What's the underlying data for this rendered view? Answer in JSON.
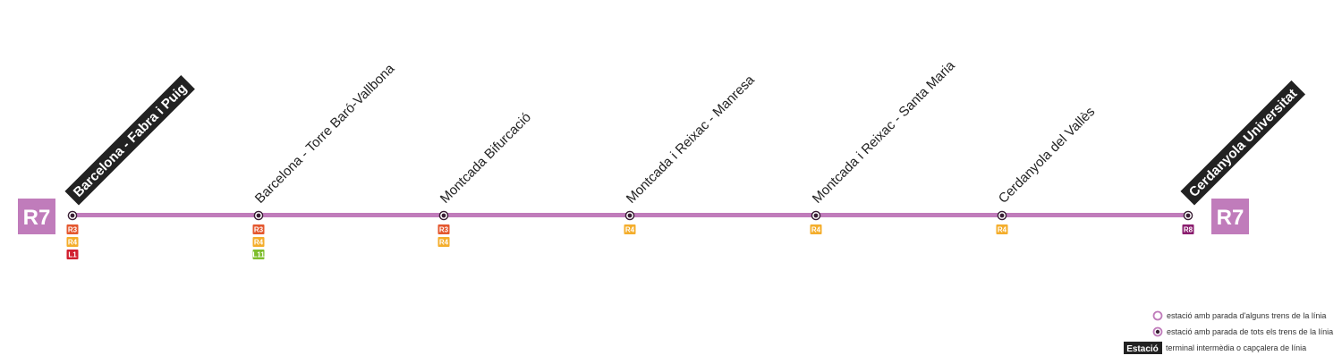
{
  "line": {
    "name": "R7",
    "color": "#c07cbb"
  },
  "stations": [
    {
      "name": "Barcelona - Fabra i Puig",
      "terminal": true,
      "connections": [
        "R3",
        "R4",
        "L1"
      ]
    },
    {
      "name": "Barcelona - Torre Baró-Vallbona",
      "terminal": false,
      "connections": [
        "R3",
        "R4",
        "L11"
      ]
    },
    {
      "name": "Montcada Bifurcació",
      "terminal": false,
      "connections": [
        "R3",
        "R4"
      ]
    },
    {
      "name": "Montcada i Reixac - Manresa",
      "terminal": false,
      "connections": [
        "R4"
      ]
    },
    {
      "name": "Montcada i Reixac - Santa Maria",
      "terminal": false,
      "connections": [
        "R4"
      ]
    },
    {
      "name": "Cerdanyola del Vallès",
      "terminal": false,
      "connections": [
        "R4"
      ]
    },
    {
      "name": "Cerdanyola Universitat",
      "terminal": true,
      "connections": [
        "R8"
      ]
    }
  ],
  "connection_colors": {
    "R3": "#e4572e",
    "R4": "#f4ad2b",
    "L1": "#d11f2f",
    "L11": "#7dbd2c",
    "R8": "#8a1c6e"
  },
  "legend": {
    "partial_stop": "estació amb parada d'alguns trens de la línia",
    "all_stop": "estació amb parada de tots els trens de la línia",
    "key_label": "Estació",
    "terminal_note": "terminal intermèdia o capçalera de línia"
  }
}
